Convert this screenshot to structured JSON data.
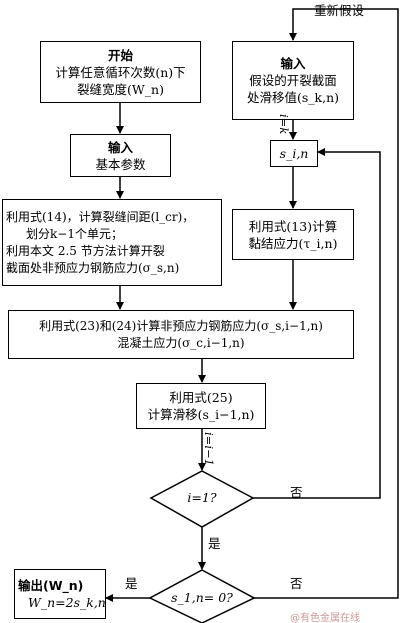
{
  "nodes": {
    "start": {
      "head": "开始",
      "lines": [
        "计算任意循环次数(n)下",
        "裂缝宽度(W_n)"
      ]
    },
    "input_basic": {
      "head": "输入",
      "lines": [
        "基本参数"
      ]
    },
    "crack_spacing": {
      "lines": [
        "利用式(14)，计算裂缝间距(l_cr)，",
        "划分k−1个单元；",
        "利用本文 2.5 节方法计算开裂",
        "截面处非预应力钢筋应力(σ_s,n)"
      ]
    },
    "input_assumed": {
      "head": "输入",
      "lines": [
        "假设的开裂截面",
        "处滑移值(s_k,n)"
      ]
    },
    "s_in": {
      "text": "s_i,n"
    },
    "bond_stress": {
      "lines": [
        "利用式(13)计算",
        "黏结应力(τ_i,n)"
      ]
    },
    "steel_concrete": {
      "lines": [
        "利用式(23)和(24)计算非预应力钢筋应力(σ_s,i−1,n)",
        "混凝土应力(σ_c,i−1,n)"
      ]
    },
    "slip": {
      "lines": [
        "利用式(25)",
        "计算滑移(s_i−1,n)"
      ]
    },
    "decision_i": {
      "text": "i=1?"
    },
    "decision_s": {
      "text": "s_1,n= 0?"
    },
    "output": {
      "lines": [
        "输出(W_n)",
        "W_n=2s_k,n"
      ]
    }
  },
  "labels": {
    "reassume": "重新假设",
    "i_eq_k": "i=k",
    "i_eq_i_minus_1": "i=i−1",
    "no_1": "否",
    "yes_1": "是",
    "yes_2": "是",
    "no_2": "否"
  },
  "watermark": "@有色金属在线"
}
